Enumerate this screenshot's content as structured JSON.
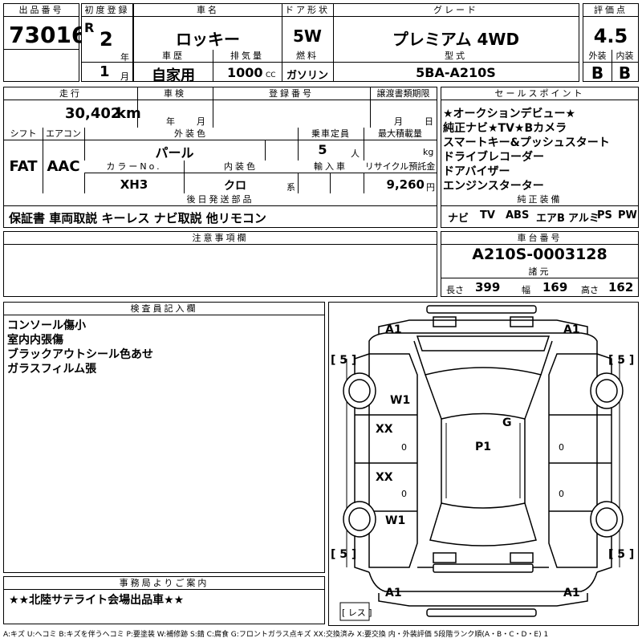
{
  "header": {
    "lot_label": "出品番号",
    "lot_no": "73016",
    "first_reg_label": "初度登録",
    "era": "R",
    "year": "2",
    "year_unit": "年",
    "month": "1",
    "month_unit": "月",
    "car_name_label": "車名",
    "car_name": "ロッキー",
    "door_label": "ドア形状",
    "door": "5W",
    "grade_label": "グレード",
    "grade": "プレミアム 4WD",
    "score_label": "評価点",
    "score": "4.5",
    "history_label": "車歴",
    "history": "自家用",
    "displacement_label": "排気量",
    "displacement": "1000",
    "displacement_unit": "CC",
    "fuel_label": "燃料",
    "fuel": "ガソリン",
    "model_label": "型式",
    "model": "5BA-A210S",
    "exterior_label": "外装",
    "exterior": "B",
    "interior_label": "内装",
    "interior": "B"
  },
  "row2": {
    "mileage_label": "走行",
    "mileage": "30,402",
    "mileage_unit": "km",
    "inspection_label": "車検",
    "inspection_year_unit": "年",
    "inspection_month_unit": "月",
    "reg_no_label": "登録番号",
    "transfer_label": "譲渡書類期限",
    "transfer_month_unit": "月",
    "transfer_day_unit": "日",
    "shift_label": "シフト",
    "shift": "FAT",
    "ac_label": "エアコン",
    "ac": "AAC",
    "ext_color_label": "外装色",
    "ext_color": "パール",
    "capacity_label": "乗車定員",
    "capacity": "5",
    "capacity_unit": "人",
    "max_load_label": "最大積載量",
    "max_load_unit": "kg",
    "color_no_label": "カラーNo.",
    "color_no": "XH3",
    "int_color_label": "内装色",
    "int_color": "クロ",
    "int_color_unit": "系",
    "import_label": "輸入車",
    "recycle_label": "リサイクル預託金",
    "recycle": "9,260",
    "recycle_unit": "円",
    "later_parts_label": "後日発送部品",
    "later_parts": "保証書 車両取説 キーレス ナビ取説 他リモコン"
  },
  "sales_points": {
    "label": "セールスポイント",
    "lines": [
      "★オークションデビュー★",
      "純正ナビ★TV★Bカメラ",
      "スマートキー&プッシュスタート",
      "ドライブレコーダー",
      "ドアバイザー",
      "エンジンスターター"
    ]
  },
  "equipment": {
    "label": "純正装備",
    "items": [
      "ナビ",
      "TV",
      "ABS",
      "エアB",
      "アルミ",
      "PS",
      "PW"
    ]
  },
  "notes": {
    "label": "注意事項欄"
  },
  "chassis": {
    "label": "車台番号",
    "number": "A210S-0003128",
    "dims_label": "諸元",
    "length_label": "長さ",
    "length": "399",
    "width_label": "幅",
    "width": "169",
    "height_label": "高さ",
    "height": "162"
  },
  "inspector": {
    "label": "検査員記入欄",
    "lines": [
      "コンソール傷小",
      "室内内張傷",
      "ブラックアウトシール色あせ",
      "ガラスフィルム張"
    ]
  },
  "office": {
    "label": "事務局よりご案内",
    "text": "★★北陸サテライト会場出品車★★"
  },
  "diagram": {
    "marks": {
      "a1_fl": "A1",
      "a1_fr": "A1",
      "a1_rl": "A1",
      "a1_rr": "A1",
      "tire_fl": "[ 5 ]",
      "tire_fr": "[ 5 ]",
      "tire_rl": "[ 5 ]",
      "tire_rr": "[ 5 ]",
      "w1_front": "W1",
      "w1_rear": "W1",
      "xx_front": "XX",
      "xx_rear": "XX",
      "zero_fl": "0",
      "zero_rl": "0",
      "zero_fr": "0",
      "zero_rr": "0",
      "g": "G",
      "p1": "P1",
      "spare": "[ レス ]"
    }
  },
  "legend": "A:キズ U:ヘコミ B:キズを伴うヘコミ P:要塗装 W:補修跡 S:錆 C:腐食 G:フロントガラス点キズ XX:交換済み X:要交換 内・外装評価 5段階ランク順(A・B・C・D・E) 1"
}
